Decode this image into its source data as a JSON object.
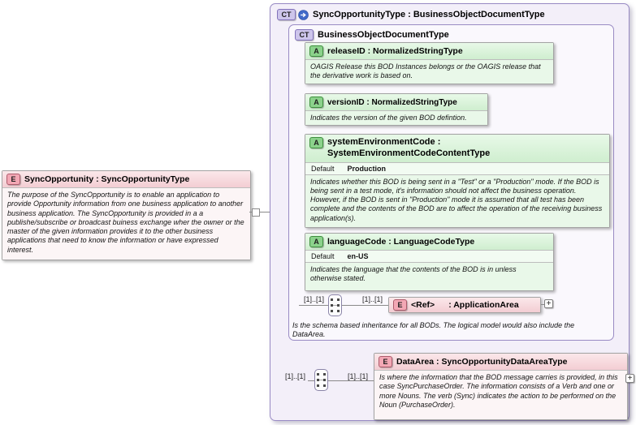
{
  "diagram": {
    "root_element": {
      "badge": "E",
      "title": "SyncOpportunity : SyncOpportunityType",
      "annotation": "The purpose of the SyncOpportunity is to enable an application to provide Opportunity information from one business application to another business application. The SyncOpportunity is provided in a a publishe/subscribe or broadcast buiness exchange wher the owner or the master of the given information provides it to the other business applications that need to know the information or have expressed interest."
    },
    "main_type": {
      "badge": "CT",
      "title": "SyncOpportunityType : BusinessObjectDocumentType"
    },
    "base_type": {
      "badge": "CT",
      "title": "BusinessObjectDocumentType",
      "footer_annotation": "Is the schema based inheritance for all BODs. The logical model would also include the DataArea.",
      "attributes": [
        {
          "badge": "A",
          "title": "releaseID : NormalizedStringType",
          "annotation": "OAGIS Release this BOD Instances belongs or the OAGIS release that the derivative work is based on."
        },
        {
          "badge": "A",
          "title": "versionID : NormalizedStringType",
          "annotation": "Indicates the version of the given BOD defintion."
        },
        {
          "badge": "A",
          "title": "systemEnvironmentCode : SystemEnvironmentCodeContentType",
          "default_label": "Default",
          "default_value": "Production",
          "annotation": "Indicates whether this BOD is being sent in a \"Test\" or a \"Production\" mode. If the BOD is being sent in a test mode, it's information should not affect the business operation. However, if the BOD is sent in \"Production\" mode it is assumed that all test has been complete and the contents of the BOD are to affect the operation of the receiving business application(s)."
        },
        {
          "badge": "A",
          "title": "languageCode : LanguageCodeType",
          "default_label": "Default",
          "default_value": "en-US",
          "annotation": "Indicates the language that the contents of the BOD is in unless otherwise stated."
        }
      ],
      "application_area_ref": {
        "badge": "E",
        "name": "<Ref>",
        "type": ": ApplicationArea",
        "left_multiplicity": "[1]..[1]",
        "right_multiplicity": "[1]..[1]",
        "expand_button": "+"
      }
    },
    "data_area": {
      "badge": "E",
      "title": "DataArea : SyncOpportunityDataAreaType",
      "left_multiplicity": "[1]..[1]",
      "right_multiplicity": "[1]..[1]",
      "expand_button": "+",
      "annotation": "Is where the information that the BOD message carries is provided, in this case SyncPurchaseOrder. The information consists of a Verb and one or more Nouns. The verb (Sync) indicates the action to be performed on the Noun (PurchaseOrder)."
    }
  },
  "colors": {
    "element_accent": "#F3A8B5",
    "attribute_accent": "#8BD28B",
    "complextype_accent": "#CDC5EB",
    "container_border": "#998BC4"
  }
}
